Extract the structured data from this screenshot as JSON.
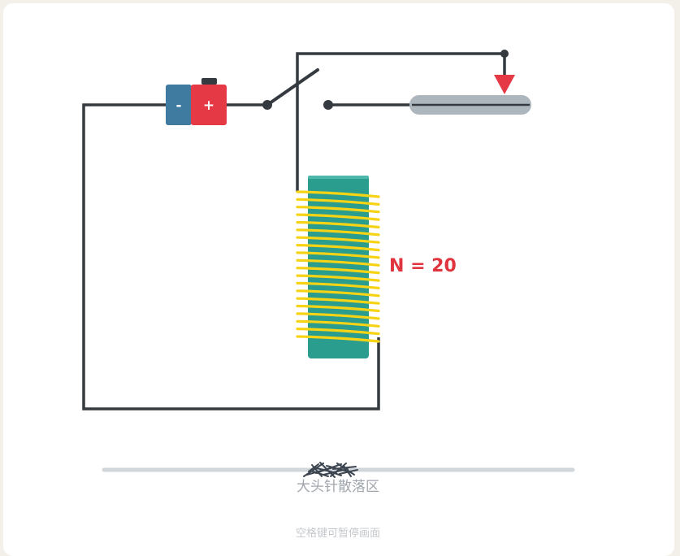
{
  "battery": {
    "negative_label": "-",
    "positive_label": "+"
  },
  "coil": {
    "label": "N = 20",
    "turns": 20
  },
  "pin_area": {
    "label": "大头针散落区"
  },
  "footer": {
    "hint": "空格键可暂停画面"
  },
  "colors": {
    "wire": "#343a40",
    "battery_negative": "#3f7aa0",
    "battery_positive": "#e63946",
    "coil_core": "#2a9d8f",
    "coil_winding": "#f7d315",
    "coil_label": "#e0343f",
    "pointer": "#e63946",
    "contact_bar": "#adb5bd",
    "pin_tray": "#d1d6db",
    "pins": "#3d4650",
    "muted_text": "#a0a6ac",
    "hint_text": "#c4c8cc"
  }
}
